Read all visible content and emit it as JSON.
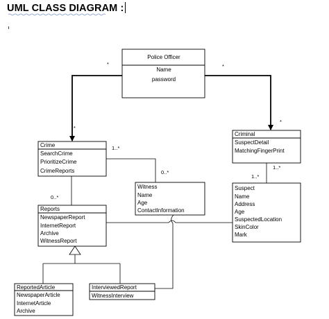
{
  "title": "UML CLASS DIAGRAM :",
  "classes": {
    "police_officer": {
      "name": "Police Officer",
      "attrs": [
        "Name",
        "password"
      ]
    },
    "crime": {
      "name": "Crime",
      "attrs": [
        "SearchCrime",
        "PrioritizeCrime",
        "CrimeReports"
      ]
    },
    "criminal": {
      "name": "Criminal",
      "attrs": [
        "SuspectDetail",
        "MatchingFingerPrint"
      ]
    },
    "witness": {
      "name": "",
      "attrs": [
        "Witness",
        "Name",
        "Age",
        "ContactInformation"
      ]
    },
    "suspect": {
      "name": "",
      "attrs": [
        "Suspect",
        "Name",
        "Address",
        "Age",
        "SuspectedLocation",
        "SkinColor",
        "Mark"
      ]
    },
    "reports": {
      "name": "Reports",
      "attrs": [
        "NewspaperReport",
        "InternetReport",
        "Archive",
        "WitnessReport"
      ]
    },
    "reported_article": {
      "name": "ReportedArticle",
      "attrs": [
        "NewspaperArticle",
        "InternetArticle",
        "Archive"
      ]
    },
    "interviewed_report": {
      "name": "InterviewedReport",
      "attrs": [
        "WitnessInterview"
      ]
    }
  },
  "multiplicities": {
    "officer_left": "*",
    "officer_right": "*",
    "crime_top": "*",
    "criminal_top": "*",
    "crime_witness": "1..*",
    "witness_top": "0..*",
    "crime_reports": "0..*",
    "criminal_suspect_right": "1..*",
    "criminal_suspect_left": "1..*"
  },
  "colors": {
    "line": "#000000",
    "box_border": "#000000"
  }
}
